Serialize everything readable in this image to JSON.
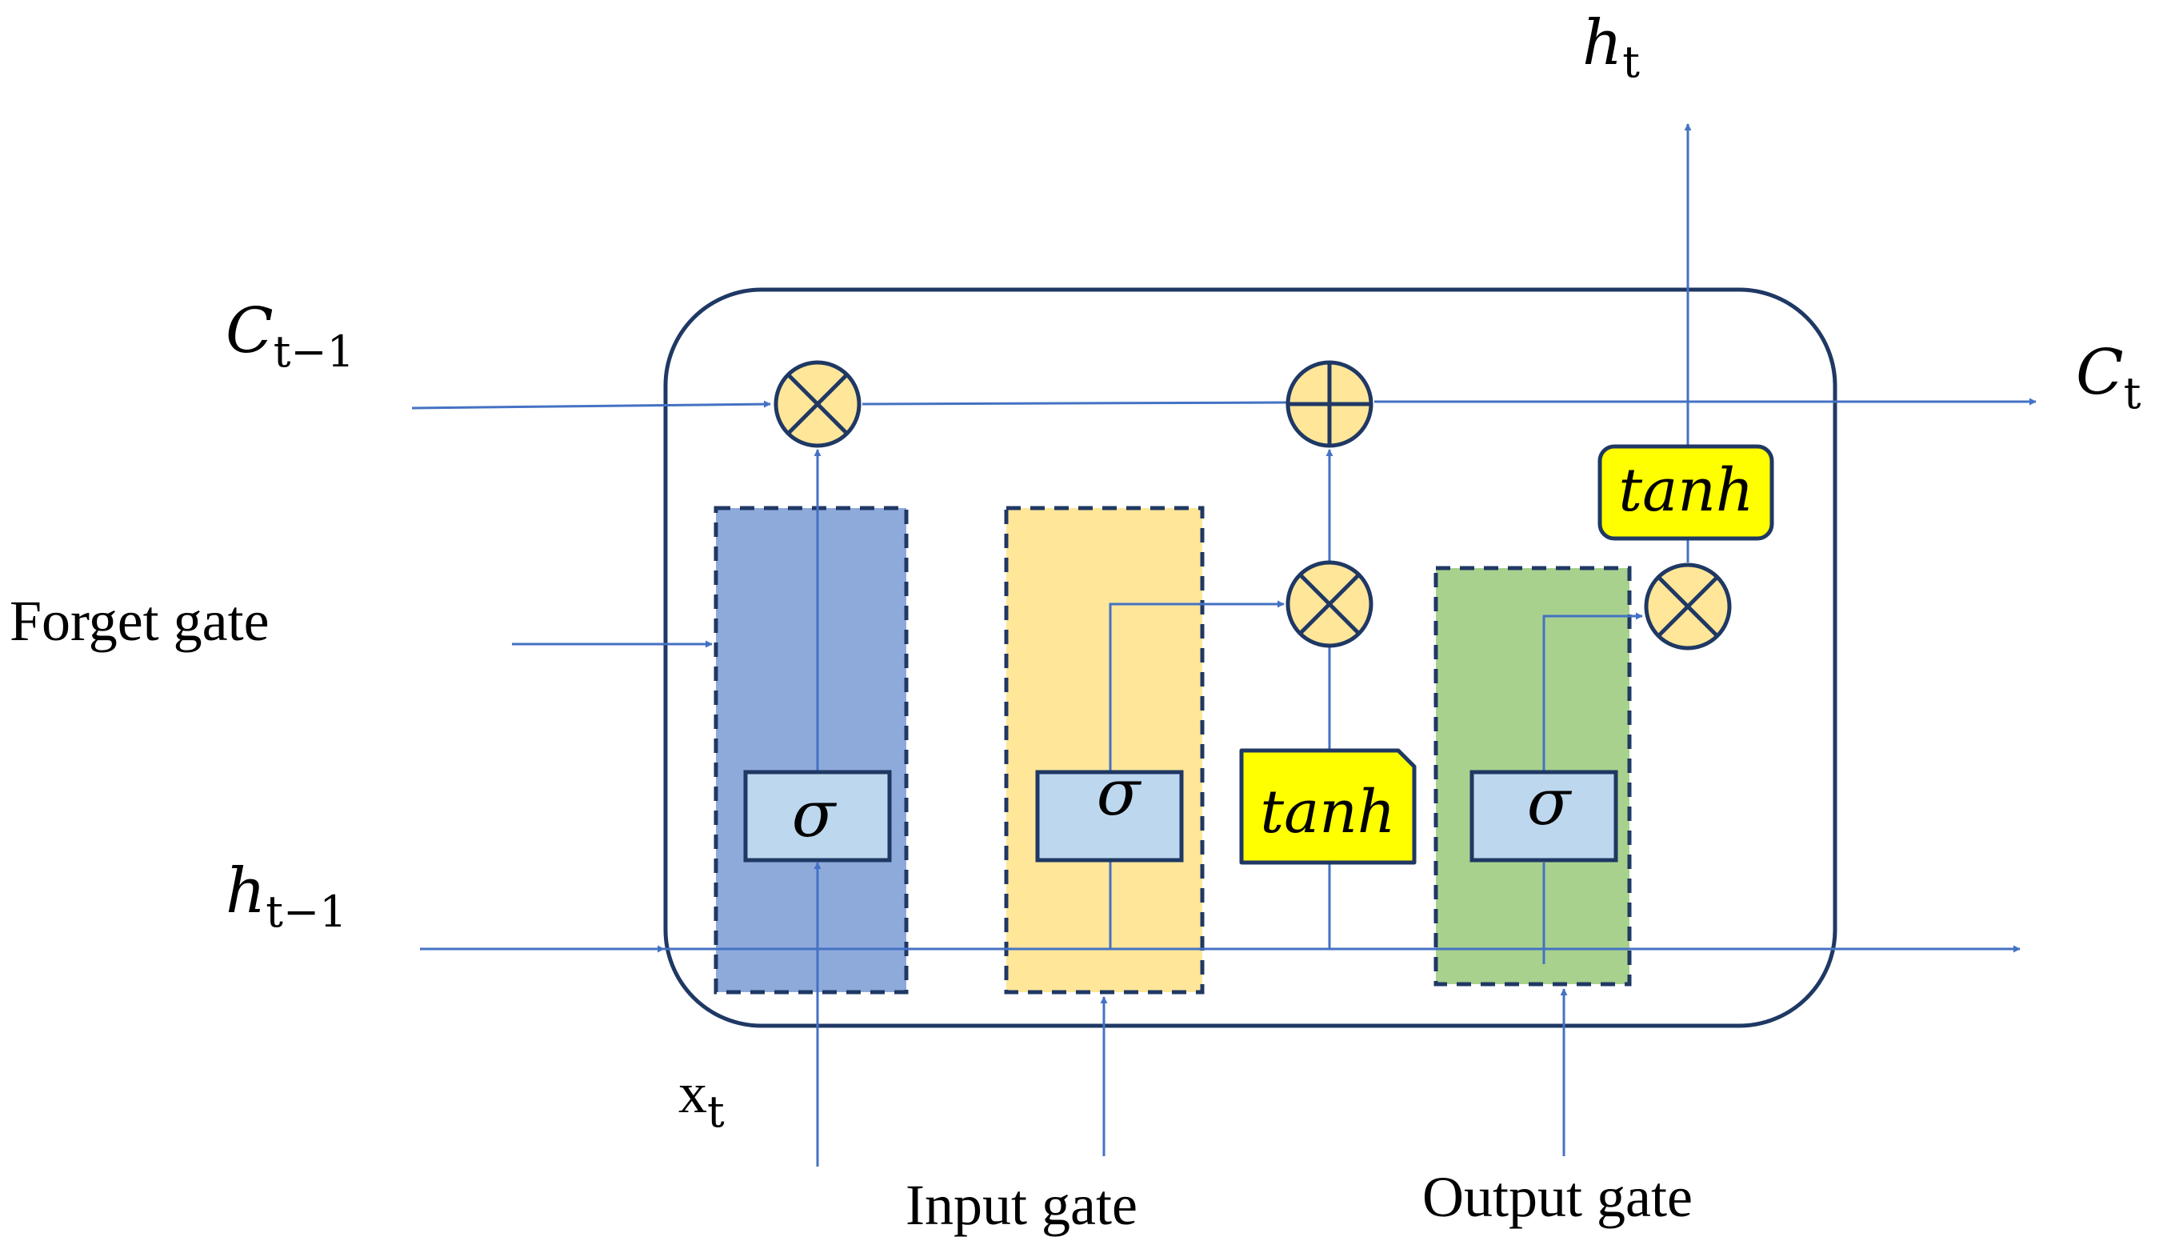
{
  "labels": {
    "c_prev": {
      "main": "C",
      "sub": "t−1"
    },
    "c_next": {
      "main": "C",
      "sub": "t"
    },
    "h_out": {
      "main": "h",
      "sub": "t"
    },
    "h_prev": {
      "main": "h",
      "sub": "t−1"
    },
    "x_t": {
      "main": "x",
      "sub": "t"
    },
    "forget_gate": "Forget gate",
    "input_gate": "Input gate",
    "output_gate": "Output gate"
  },
  "nodes": {
    "sigma_symbol": "σ",
    "tanh_label": "tanh"
  },
  "colors": {
    "forget_gate_fill": "#8eaadb",
    "input_gate_fill": "#ffe699",
    "output_gate_fill": "#a9d18e",
    "sigma_box_fill": "#bdd7ee",
    "tanh_fill": "#ffff00",
    "operator_fill": "#ffe699",
    "arrow": "#4472c4",
    "outline": "#1f3864"
  }
}
